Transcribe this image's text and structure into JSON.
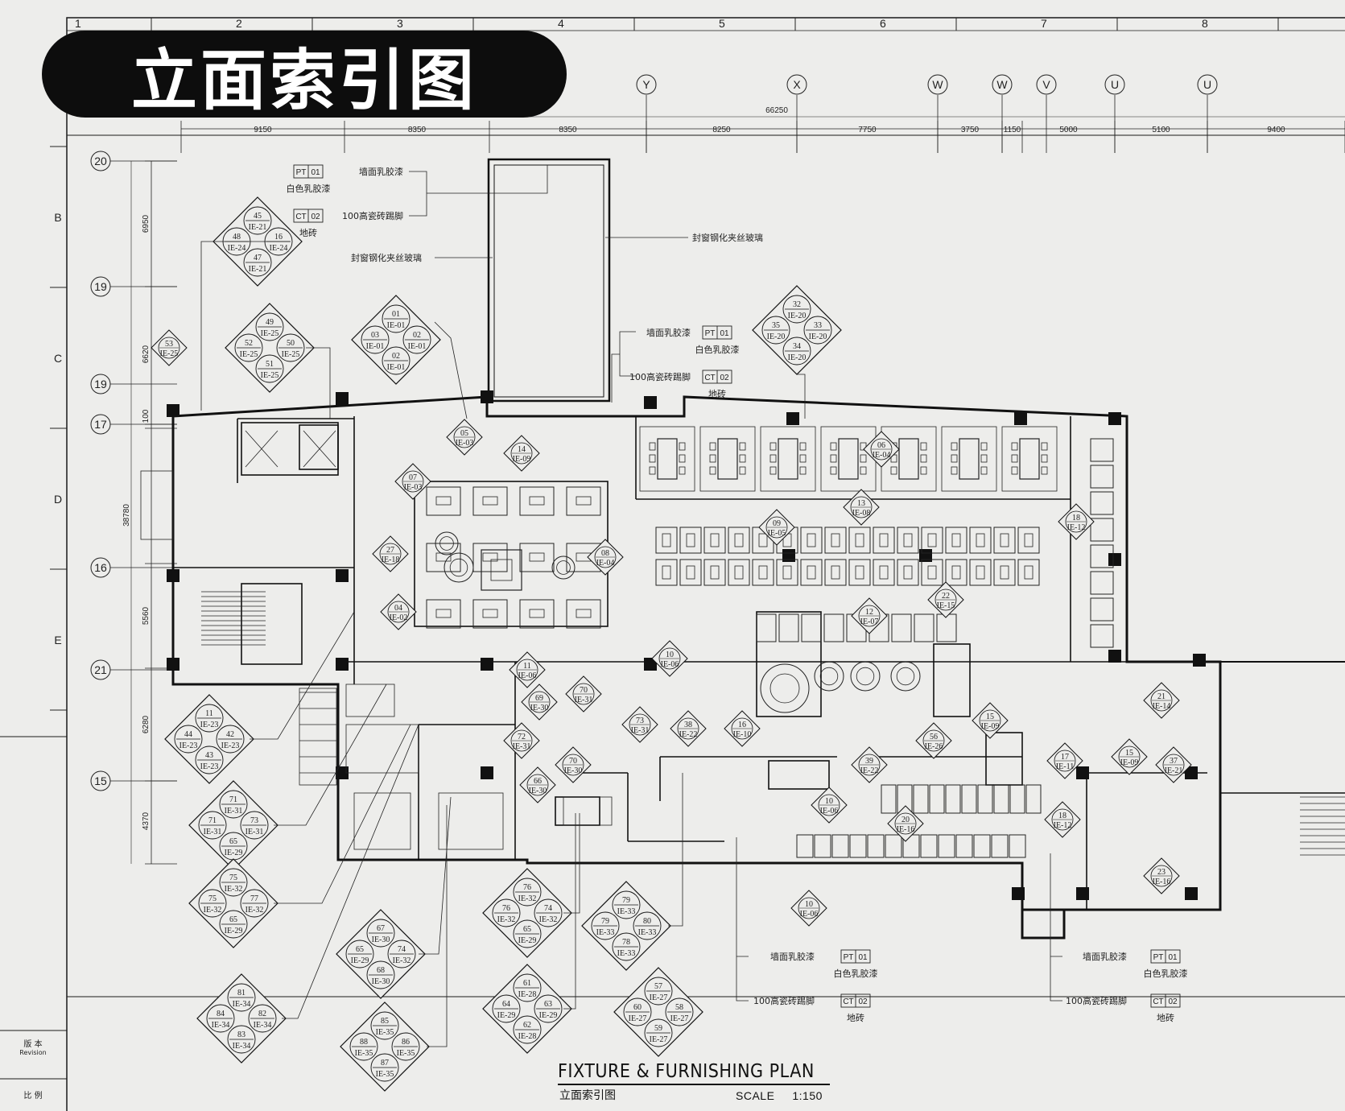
{
  "banner": {
    "title": "立面索引图"
  },
  "grid_columns": [
    "1",
    "2",
    "3",
    "4",
    "5",
    "6",
    "7",
    "8"
  ],
  "grid_rows": [
    "B",
    "C",
    "D",
    "E"
  ],
  "axis_bubbles_top": [
    "Y",
    "X",
    "W",
    "W",
    "V",
    "U",
    "U"
  ],
  "axis_bubbles_left": [
    "20",
    "19",
    "19",
    "17",
    "16",
    "21",
    "15"
  ],
  "dims_top": [
    "9150",
    "8350",
    "8350",
    "8250",
    "7750",
    "3750",
    "1150",
    "5000",
    "5100",
    "9400"
  ],
  "dim_total_top": "66250",
  "dims_left": [
    "6950",
    "6620",
    "100",
    "38780",
    "5560",
    "6280",
    "4370"
  ],
  "notes": {
    "wall_paint": "墙面乳胶漆",
    "white_paint": "白色乳胶漆",
    "skirting": "100高瓷砖踢脚",
    "floor_tile": "地砖",
    "sealed_glass": "封窗钢化夹丝玻璃",
    "pt_code": "PT",
    "ct_code": "CT",
    "num_01": "01",
    "num_02": "02"
  },
  "diamonds": [
    {
      "id": "d1",
      "nums": [
        "45",
        "16",
        "47",
        "48"
      ],
      "codes": [
        "IE-21",
        "IE-24",
        "IE-21",
        "IE-24"
      ]
    },
    {
      "id": "d2",
      "nums": [
        "49",
        "50",
        "51",
        "52"
      ],
      "codes": [
        "IE-25",
        "IE-25",
        "IE-25",
        "IE-25"
      ]
    },
    {
      "id": "d3",
      "nums": [
        "01",
        "02",
        "02",
        "03"
      ],
      "codes": [
        "IE-01",
        "IE-01",
        "IE-01",
        "IE-01"
      ]
    },
    {
      "id": "d4",
      "nums": [
        "32",
        "33",
        "34",
        "35"
      ],
      "codes": [
        "IE-20",
        "IE-20",
        "IE-20",
        "IE-20"
      ]
    },
    {
      "id": "d5",
      "nums": [
        "11",
        "42",
        "43",
        "44"
      ],
      "codes": [
        "IE-23",
        "IE-23",
        "IE-23",
        "IE-23"
      ]
    },
    {
      "id": "d6",
      "nums": [
        "71",
        "73",
        "65",
        "71"
      ],
      "codes": [
        "IE-31",
        "IE-31",
        "IE-29",
        "IE-31"
      ]
    },
    {
      "id": "d7",
      "nums": [
        "75",
        "77",
        "65",
        "75"
      ],
      "codes": [
        "IE-32",
        "IE-32",
        "IE-29",
        "IE-32"
      ]
    },
    {
      "id": "d8",
      "nums": [
        "67",
        "74",
        "68",
        "65"
      ],
      "codes": [
        "IE-30",
        "IE-32",
        "IE-30",
        "IE-29"
      ]
    },
    {
      "id": "d9",
      "nums": [
        "76",
        "74",
        "65",
        "76"
      ],
      "codes": [
        "IE-32",
        "IE-32",
        "IE-29",
        "IE-32"
      ]
    },
    {
      "id": "d10",
      "nums": [
        "79",
        "80",
        "78",
        "79"
      ],
      "codes": [
        "IE-33",
        "IE-33",
        "IE-33",
        "IE-33"
      ]
    },
    {
      "id": "d11",
      "nums": [
        "81",
        "82",
        "83",
        "84"
      ],
      "codes": [
        "IE-34",
        "IE-34",
        "IE-34",
        "IE-34"
      ]
    },
    {
      "id": "d12",
      "nums": [
        "85",
        "86",
        "87",
        "88"
      ],
      "codes": [
        "IE-35",
        "IE-35",
        "IE-35",
        "IE-35"
      ]
    },
    {
      "id": "d13",
      "nums": [
        "61",
        "63",
        "62",
        "64"
      ],
      "codes": [
        "IE-28",
        "IE-29",
        "IE-28",
        "IE-29"
      ]
    },
    {
      "id": "d14",
      "nums": [
        "57",
        "58",
        "59",
        "60"
      ],
      "codes": [
        "IE-27",
        "IE-27",
        "IE-27",
        "IE-27"
      ]
    }
  ],
  "single_markers": [
    {
      "n": "53",
      "c": "IE-25"
    },
    {
      "n": "05",
      "c": "IE-03"
    },
    {
      "n": "14",
      "c": "IE-09"
    },
    {
      "n": "07",
      "c": "IE-03"
    },
    {
      "n": "27",
      "c": "IE-18"
    },
    {
      "n": "04",
      "c": "IE-02"
    },
    {
      "n": "08",
      "c": "IE-04"
    },
    {
      "n": "09",
      "c": "IE-05"
    },
    {
      "n": "10",
      "c": "IE-06"
    },
    {
      "n": "11",
      "c": "IE-06"
    },
    {
      "n": "13",
      "c": "IE-08"
    },
    {
      "n": "18",
      "c": "IE-12"
    },
    {
      "n": "22",
      "c": "IE-15"
    },
    {
      "n": "12",
      "c": "IE-07"
    },
    {
      "n": "38",
      "c": "IE-22"
    },
    {
      "n": "16",
      "c": "IE-10"
    },
    {
      "n": "69",
      "c": "IE-30"
    },
    {
      "n": "70",
      "c": "IE-31"
    },
    {
      "n": "72",
      "c": "IE-31"
    },
    {
      "n": "73",
      "c": "IE-31"
    },
    {
      "n": "70",
      "c": "IE-30"
    },
    {
      "n": "66",
      "c": "IE-30"
    },
    {
      "n": "39",
      "c": "IE-22"
    },
    {
      "n": "56",
      "c": "IE-26"
    },
    {
      "n": "20",
      "c": "IE-16"
    },
    {
      "n": "17",
      "c": "IE-11"
    },
    {
      "n": "15",
      "c": "IE-09"
    },
    {
      "n": "37",
      "c": "IE-21"
    },
    {
      "n": "21",
      "c": "IE-14"
    },
    {
      "n": "23",
      "c": "IE-16"
    },
    {
      "n": "10",
      "c": "IE-06"
    },
    {
      "n": "18",
      "c": "IE-12"
    },
    {
      "n": "15",
      "c": "IE-09"
    },
    {
      "n": "10",
      "c": "IE-06"
    },
    {
      "n": "06",
      "c": "IE-04"
    }
  ],
  "footer": {
    "title": "FIXTURE & FURNISHING PLAN",
    "subtitle": "立面索引图",
    "scale_label": "SCALE",
    "scale_value": "1:150"
  },
  "side_labels": {
    "top_a": "版 本",
    "top_b": "Revision",
    "bot_a": "比 例"
  }
}
